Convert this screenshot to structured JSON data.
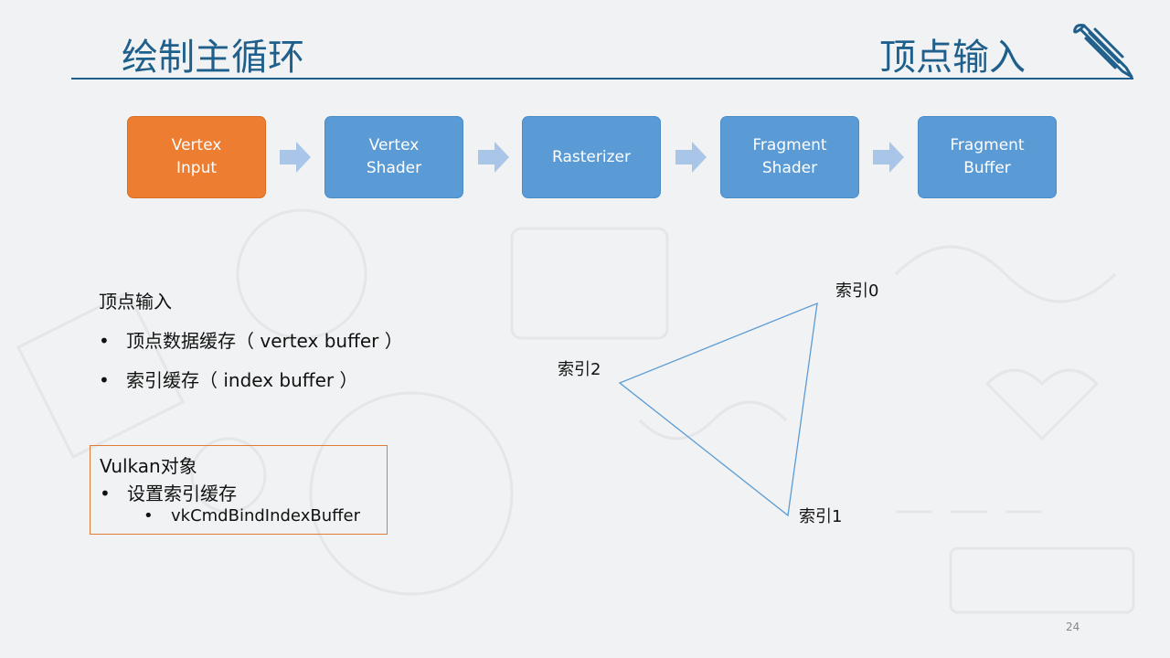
{
  "header": {
    "title_left": "绘制主循环",
    "title_right": "顶点输入",
    "logo_icon": "pencil-icon"
  },
  "pipeline": {
    "stages": [
      {
        "label": "Vertex\nInput",
        "active": true
      },
      {
        "label": "Vertex\nShader",
        "active": false
      },
      {
        "label": "Rasterizer",
        "active": false
      },
      {
        "label": "Fragment\nShader",
        "active": false
      },
      {
        "label": "Fragment\nBuffer",
        "active": false
      }
    ],
    "arrow_icon": "chevron-right-arrow-icon"
  },
  "content": {
    "heading": "顶点输入",
    "bullets": [
      "顶点数据缓存（ vertex buffer ）",
      "索引缓存（ index buffer ）"
    ],
    "bullet_glyph": "•"
  },
  "object_box": {
    "title": "Vulkan对象",
    "item": "设置索引缓存",
    "subitem": "vkCmdBindIndexBuffer"
  },
  "triangle": {
    "labels": {
      "v0": "索引0",
      "v1": "索引1",
      "v2": "索引2"
    }
  },
  "footer": {
    "page_number": "24"
  },
  "colors": {
    "title": "#1f5f8b",
    "stage": "#5b9bd5",
    "stage_active": "#ed7d31",
    "arrow": "#a9c6e8",
    "triangle_stroke": "#5b9bd5",
    "box_border": "#e07b39"
  }
}
